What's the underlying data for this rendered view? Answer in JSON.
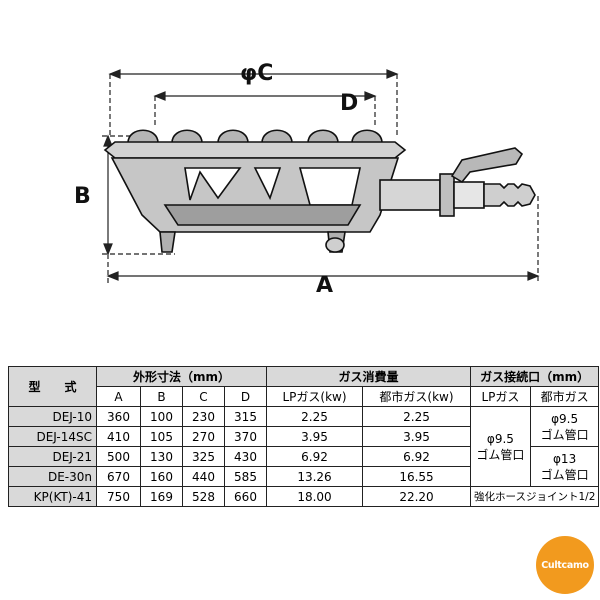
{
  "drawing": {
    "dim_c": "φC",
    "dim_d": "D",
    "dim_b": "B",
    "dim_a": "A"
  },
  "table": {
    "header": {
      "model": "型　　式",
      "outer_dims": "外形寸法（mm）",
      "gas_consumption": "ガス消費量",
      "gas_connection": "ガス接続口（mm）",
      "col_a": "A",
      "col_b": "B",
      "col_c": "C",
      "col_d": "D",
      "lp_kw": "LPガス(kw)",
      "city_kw": "都市ガス(kw)",
      "lp_gas": "LPガス",
      "city_gas": "都市ガス"
    },
    "rows": [
      {
        "model": "DEJ-10",
        "a": "360",
        "b": "100",
        "c": "230",
        "d": "315",
        "lp": "2.25",
        "city": "2.25"
      },
      {
        "model": "DEJ-14SC",
        "a": "410",
        "b": "105",
        "c": "270",
        "d": "370",
        "lp": "3.95",
        "city": "3.95"
      },
      {
        "model": "DEJ-21",
        "a": "500",
        "b": "130",
        "c": "325",
        "d": "430",
        "lp": "6.92",
        "city": "6.92"
      },
      {
        "model": "DE-30n",
        "a": "670",
        "b": "160",
        "c": "440",
        "d": "585",
        "lp": "13.26",
        "city": "16.55"
      },
      {
        "model": "KP(KT)-41",
        "a": "750",
        "b": "169",
        "c": "528",
        "d": "660",
        "lp": "18.00",
        "city": "22.20"
      }
    ],
    "lp_connection": {
      "line1": "φ9.5",
      "line2": "ゴム管口"
    },
    "city_connection_small": {
      "line1": "φ9.5",
      "line2": "ゴム管口"
    },
    "city_connection_large": {
      "line1": "φ13",
      "line2": "ゴム管口"
    },
    "reinforced_joint": "強化ホースジョイント1/2"
  },
  "logo": {
    "text": "Cultcamo",
    "color": "#f29a1e"
  }
}
